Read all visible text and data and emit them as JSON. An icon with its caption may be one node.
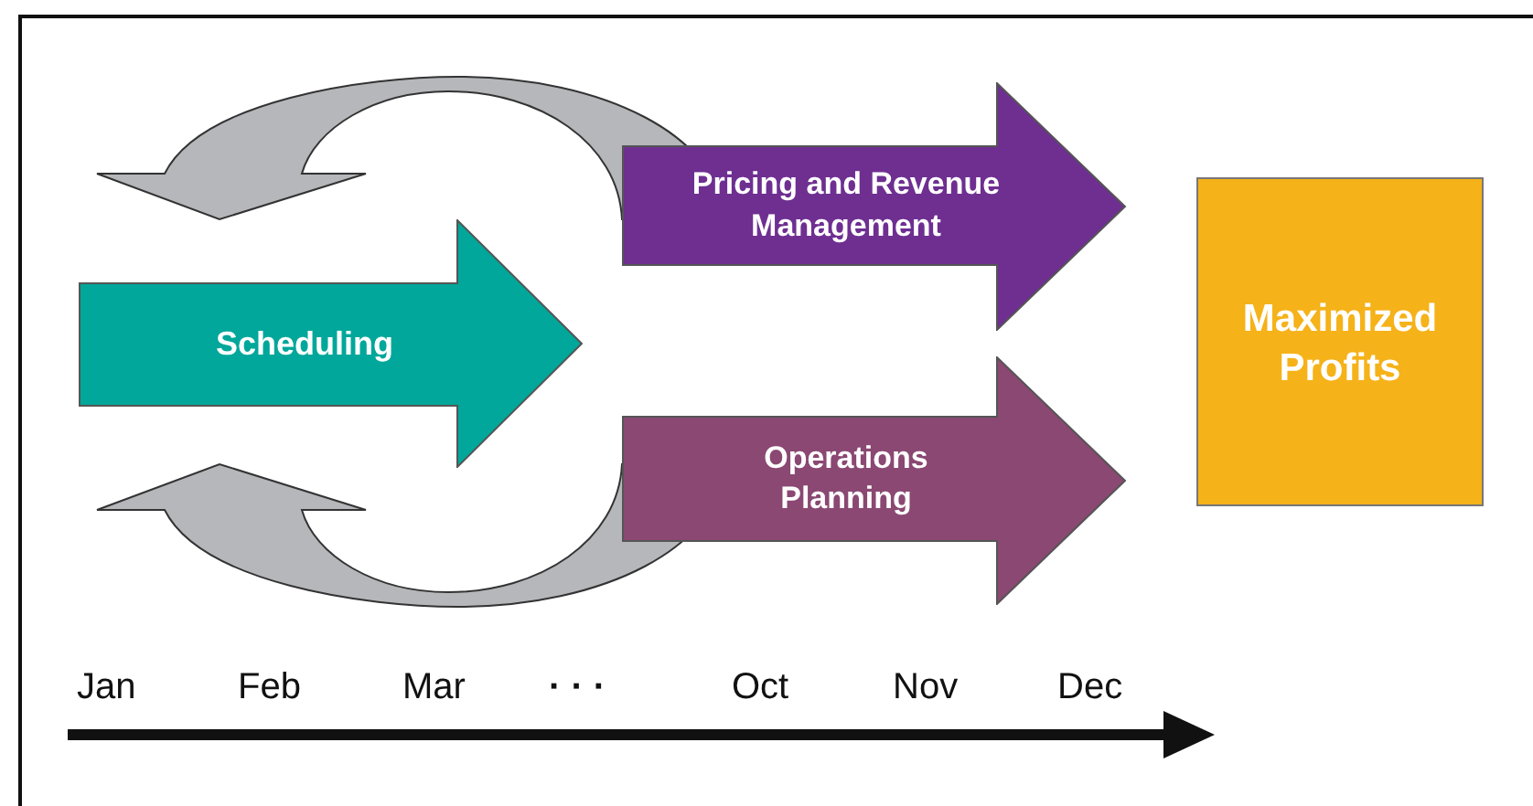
{
  "diagram": {
    "nodes": [
      {
        "text": [
          "Scheduling"
        ]
      },
      {
        "text": [
          "Pricing and Revenue Management"
        ]
      },
      {
        "text": [
          "Operations Planning"
        ]
      },
      {
        "text": [
          "Maximized Profits"
        ]
      }
    ],
    "edges": [
      {
        "from": 1,
        "to": 0,
        "arrow": "to"
      },
      {
        "from": 2,
        "to": 0,
        "arrow": "to"
      }
    ],
    "labels": [
      "Jan",
      "Feb",
      "Mar",
      "· · ·",
      "Oct",
      "Nov",
      "Dec"
    ]
  }
}
